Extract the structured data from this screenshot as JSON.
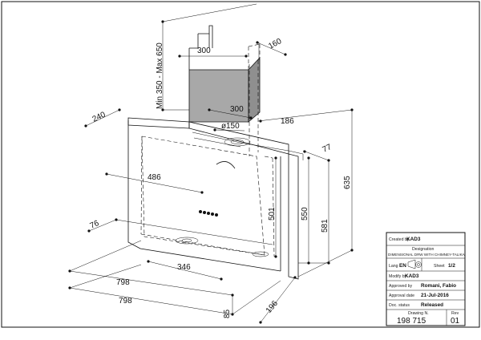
{
  "dimensions": {
    "d650_range": "Min 350 - Max 650",
    "d300_top": "300",
    "d160": "160",
    "d240": "240",
    "d300_mid": "300",
    "d186": "186",
    "d150": "150",
    "d77": "77",
    "d635": "635",
    "d486": "486",
    "d501": "501",
    "d550": "550",
    "d581": "581",
    "d76": "76",
    "d346": "346",
    "d798_a": "798",
    "d798_b": "798",
    "d85": "85",
    "d196": "196"
  },
  "title_block": {
    "created_by_label": "Created by",
    "created_by_value": "KAD3",
    "designation_label": "Designation",
    "designation_value": "DIMENSIONAL DRW WITH CHIMNEY-TALIKA",
    "lang_label": "Lang",
    "lang_value": "EN",
    "sheet_label": "Sheet",
    "sheet_value": "1/2",
    "modify_label": "Modify by",
    "modify_value": "KAD3",
    "approved_by_label": "Approved by",
    "approved_by_value": "Romani, Fabio",
    "approval_date_label": "Approval date",
    "approval_date_value": "21-Jul-2016",
    "doc_status_label": "Doc. status",
    "doc_status_value": "Released",
    "drawing_label": "Drawing N.",
    "drawing_value": "198 715",
    "rev_label": "Rev",
    "rev_value": "01"
  }
}
